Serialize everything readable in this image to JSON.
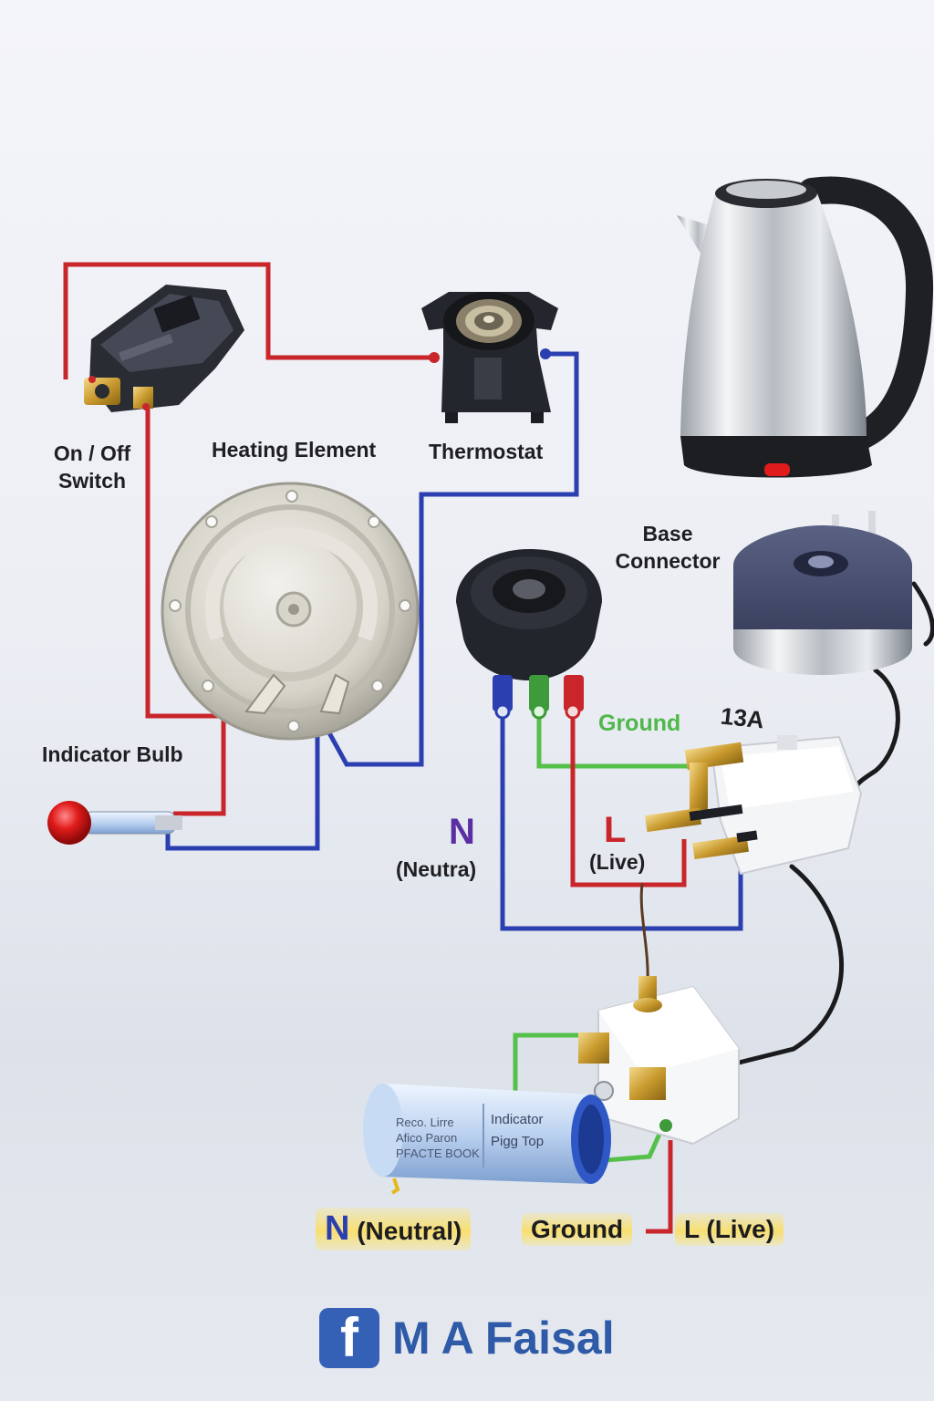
{
  "labels": {
    "on_off_switch": [
      "On / Off",
      "Switch"
    ],
    "heating_element": "Heating Element",
    "thermostat": "Thermostat",
    "base_connector": [
      "Base",
      "Connector"
    ],
    "indicator_bulb": "Indicator Bulb",
    "ground_top": "Ground",
    "rating": "13A",
    "neutral_letter": "N",
    "neutral_text": "(Neutra)",
    "live_letter": "L",
    "live_text": "(Live)",
    "capacitor_left": [
      "Reco. Lirre",
      "Afico Paron",
      "PFACTE BOOK"
    ],
    "capacitor_right": [
      "Indicator",
      "Pigg Top"
    ],
    "bottom_neutral_letter": "N",
    "bottom_neutral_text": "(Neutral)",
    "bottom_ground": "Ground",
    "bottom_live": "L (Live)"
  },
  "brand": {
    "icon": "f",
    "name": "M A Faisal"
  },
  "colors": {
    "live": "#c8262b",
    "neutral": "#2b3fb0",
    "ground": "#55c04a",
    "neutral_letter": "#5b2fa3",
    "live_letter": "#c8262b",
    "ground_text": "#4fb84a",
    "brand": "#2f5aa8"
  }
}
